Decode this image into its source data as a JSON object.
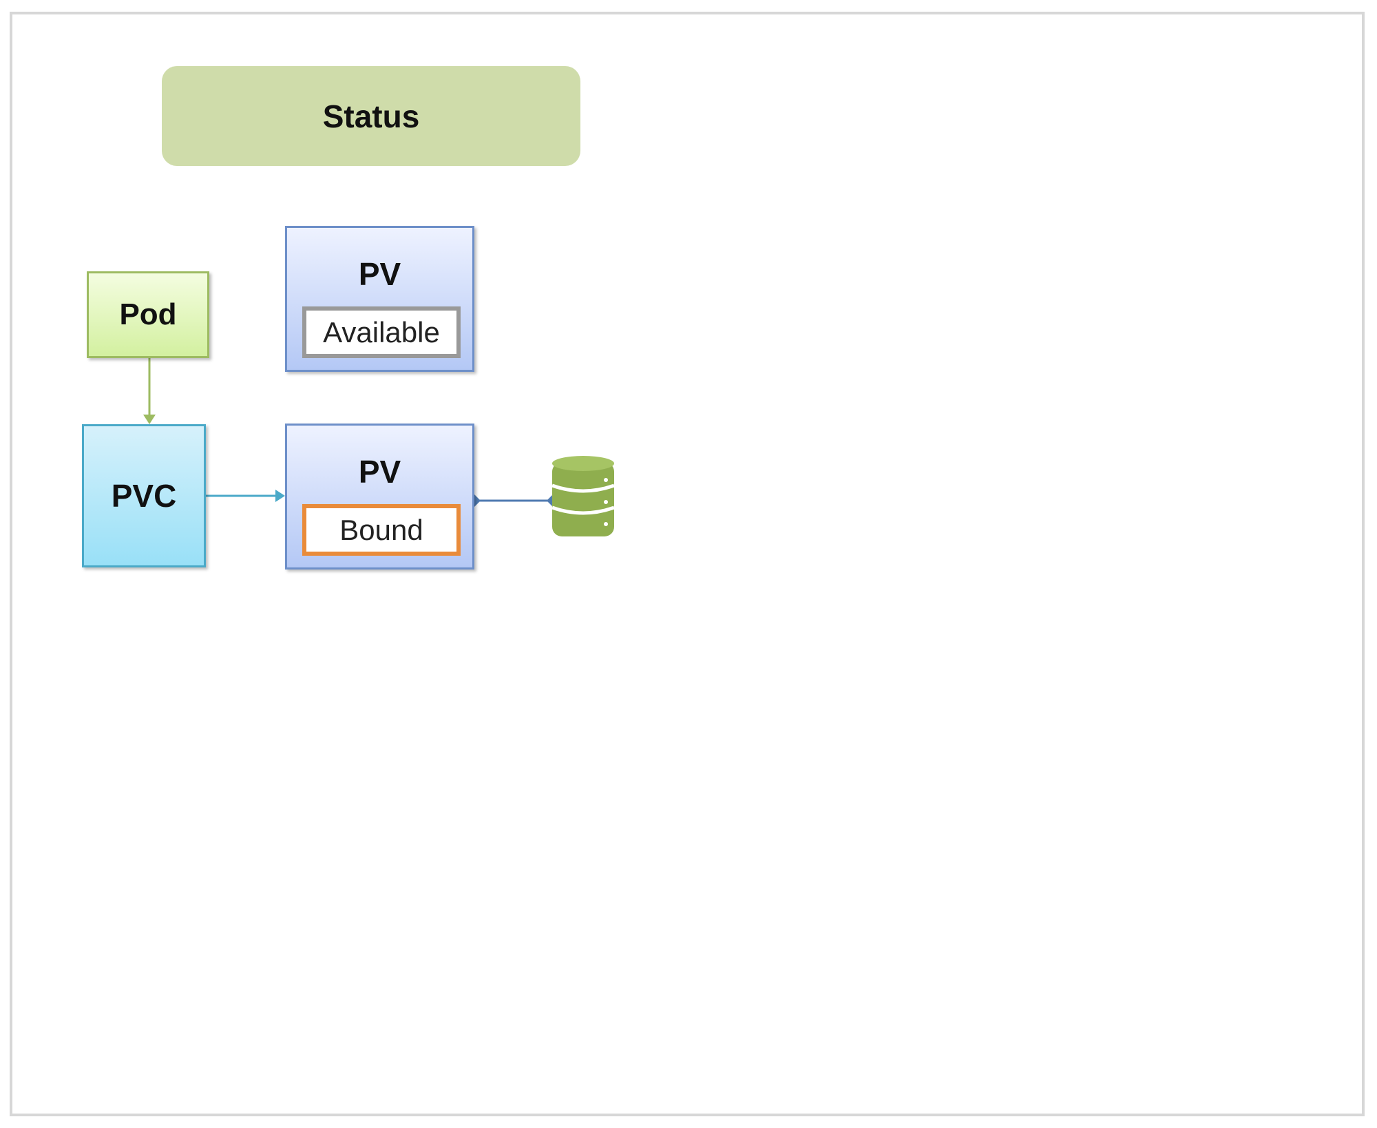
{
  "diagram": {
    "title": "Status",
    "nodes": {
      "pod": "Pod",
      "pvc": "PVC",
      "pv_available": {
        "label": "PV",
        "status": "Available"
      },
      "pv_bound": {
        "label": "PV",
        "status": "Bound"
      }
    },
    "icons": {
      "storage": "database-icon"
    },
    "colors": {
      "title_bg": "#cfdcaa",
      "pod": "#d3f0a0",
      "pvc": "#99e0f7",
      "pv": "#b4c8f5",
      "status_available_border": "#999999",
      "status_bound_border": "#e98b3a",
      "storage": "#8fae4e"
    }
  }
}
